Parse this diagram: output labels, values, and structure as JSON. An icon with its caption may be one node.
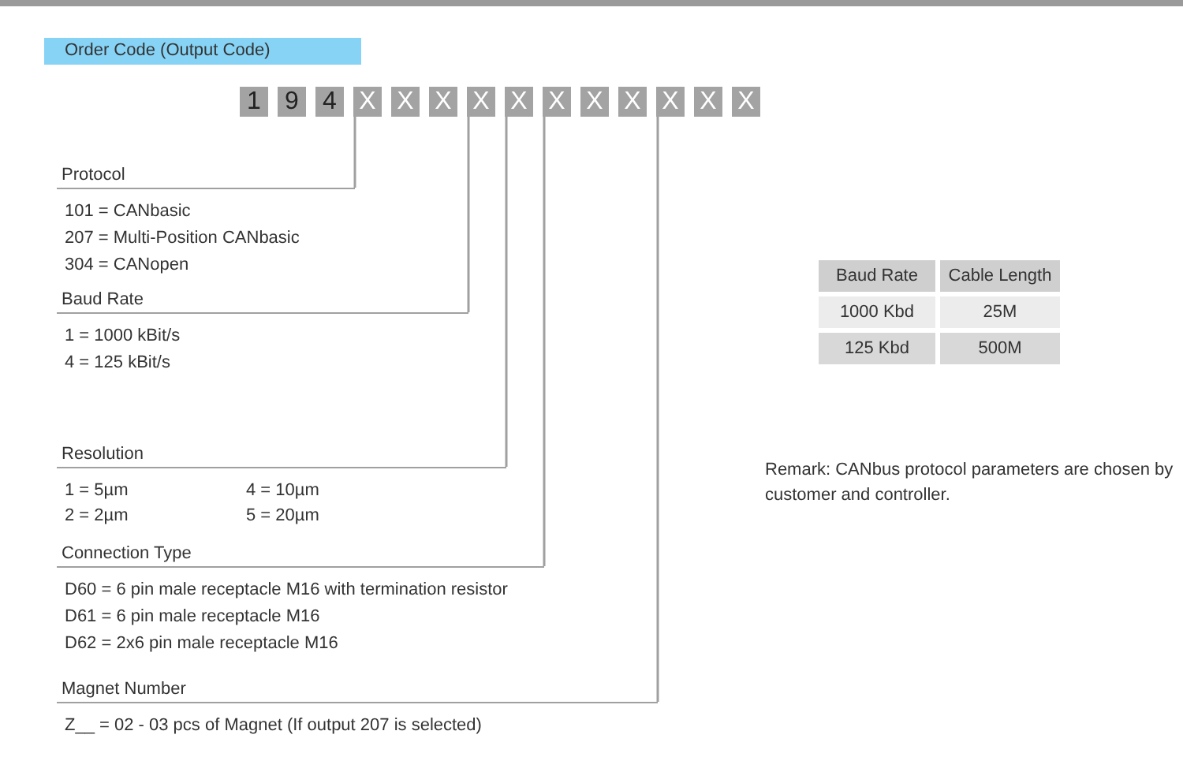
{
  "diagram": {
    "title": "Order Code (Output Code)",
    "nodes": [
      {
        "text": [
          "1"
        ]
      },
      {
        "text": [
          "9"
        ]
      },
      {
        "text": [
          "4"
        ]
      },
      {
        "text": [
          "X"
        ]
      },
      {
        "text": [
          "X"
        ]
      },
      {
        "text": [
          "X"
        ]
      },
      {
        "text": [
          "X"
        ]
      },
      {
        "text": [
          "X"
        ]
      },
      {
        "text": [
          "X"
        ]
      },
      {
        "text": [
          "X"
        ]
      },
      {
        "text": [
          "X"
        ]
      },
      {
        "text": [
          "X"
        ]
      },
      {
        "text": [
          "X"
        ]
      },
      {
        "text": [
          "X"
        ]
      },
      {
        "text": [
          "Protocol",
          "101 = CANbasic",
          "207 = Multi-Position CANbasic",
          "304 = CANopen"
        ]
      },
      {
        "text": [
          "Baud Rate",
          "1 = 1000 kBit/s",
          "4 = 125 kBit/s"
        ]
      },
      {
        "text": [
          "Resolution",
          "1 = 5µm",
          "4 = 10µm",
          "2 = 2µm",
          "5 = 20µm"
        ]
      },
      {
        "text": [
          "Connection Type",
          "D60 = 6 pin male receptacle M16 with termination resistor",
          "D61 = 6 pin male receptacle M16",
          "D62 = 2x6 pin male receptacle M16"
        ]
      },
      {
        "text": [
          "Magnet Number",
          "Z__ = 02 - 03 pcs of Magnet (If output 207 is selected)"
        ]
      }
    ],
    "edges": [
      {
        "from": 3,
        "to": 14,
        "arrow": "none"
      },
      {
        "from": 6,
        "to": 15,
        "arrow": "none"
      },
      {
        "from": 7,
        "to": 16,
        "arrow": "none"
      },
      {
        "from": 8,
        "to": 17,
        "arrow": "none"
      },
      {
        "from": 11,
        "to": 18,
        "arrow": "none"
      }
    ],
    "labels": [
      "Baud Rate",
      "Cable Length",
      "1000 Kbd",
      "25M",
      "125 Kbd",
      "500M",
      "Remark: CANbus protocol parameters are chosen by customer and controller."
    ]
  }
}
